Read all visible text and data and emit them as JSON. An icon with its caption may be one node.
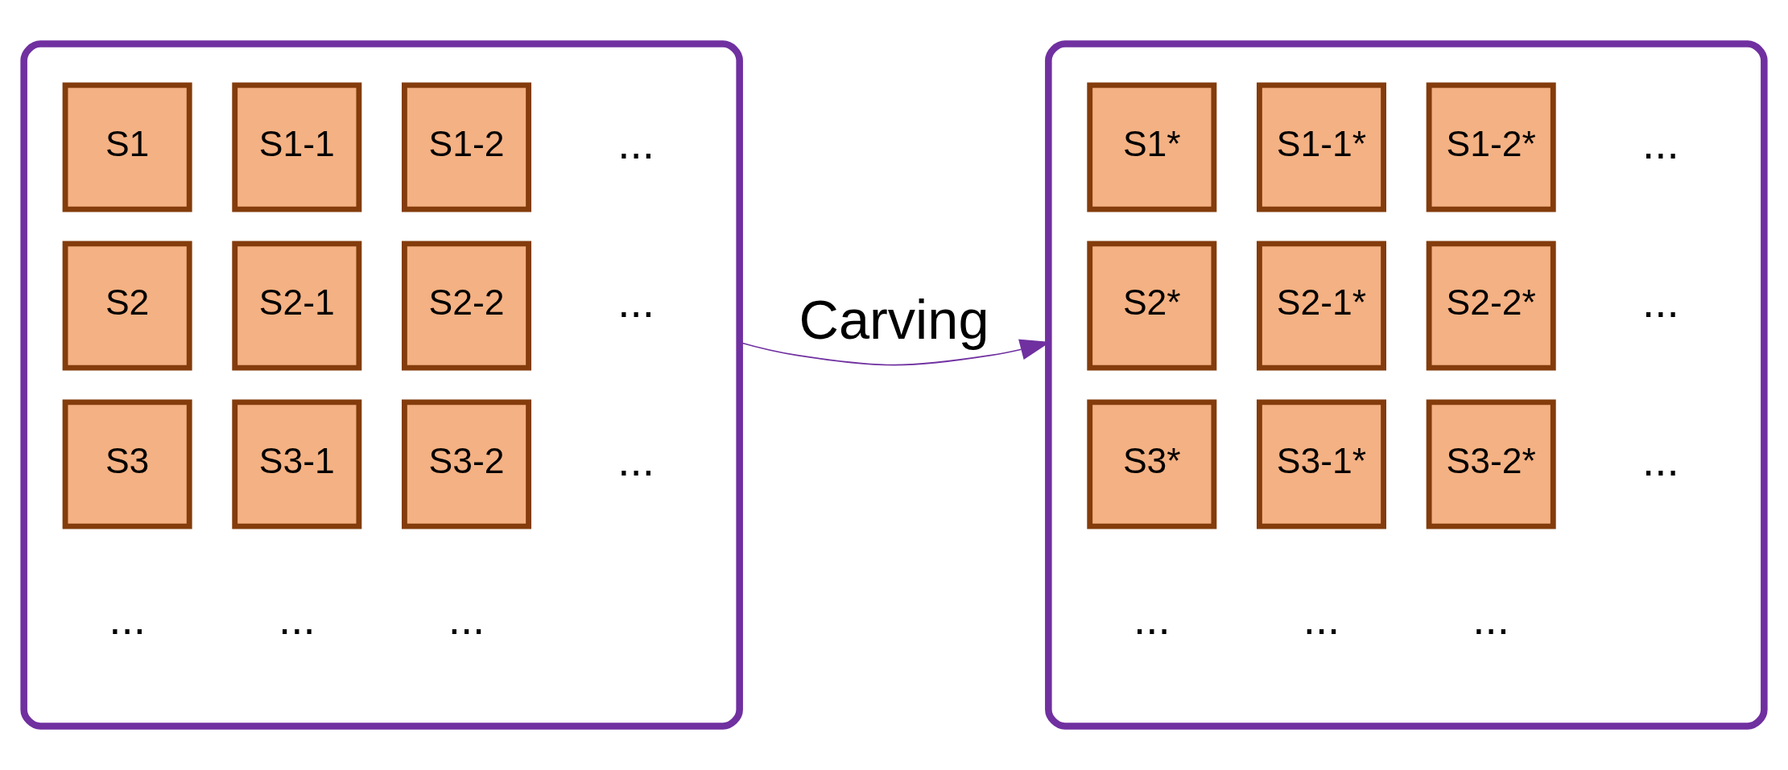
{
  "diagram": {
    "nodes": [
      {
        "text": [],
        "shape": "box"
      },
      {
        "text": [
          "S1"
        ],
        "in": 0
      },
      {
        "text": [
          "S1-1"
        ],
        "in": 0
      },
      {
        "text": [
          "S1-2"
        ],
        "in": 0
      },
      {
        "text": [
          "S2"
        ],
        "in": 0
      },
      {
        "text": [
          "S2-1"
        ],
        "in": 0
      },
      {
        "text": [
          "S2-2"
        ],
        "in": 0
      },
      {
        "text": [
          "S3"
        ],
        "in": 0
      },
      {
        "text": [
          "S3-1"
        ],
        "in": 0
      },
      {
        "text": [
          "S3-2"
        ],
        "in": 0
      },
      {
        "text": [],
        "shape": "box"
      },
      {
        "text": [
          "S1*"
        ],
        "in": 10
      },
      {
        "text": [
          "S1-1*"
        ],
        "in": 10
      },
      {
        "text": [
          "S1-2*"
        ],
        "in": 10
      },
      {
        "text": [
          "S2*"
        ],
        "in": 10
      },
      {
        "text": [
          "S2-1*"
        ],
        "in": 10
      },
      {
        "text": [
          "S2-2*"
        ],
        "in": 10
      },
      {
        "text": [
          "S3*"
        ],
        "in": 10
      },
      {
        "text": [
          "S3-1*"
        ],
        "in": 10
      },
      {
        "text": [
          "S3-2*"
        ],
        "in": 10
      }
    ],
    "edges": [
      {
        "from": 0,
        "to": 10,
        "label": "Carving",
        "arrow": "to",
        "color": "#7030a0"
      }
    ],
    "labels": [
      "...",
      "...",
      "...",
      "...",
      "...",
      "...",
      "...",
      "...",
      "...",
      "...",
      "...",
      "..."
    ]
  }
}
